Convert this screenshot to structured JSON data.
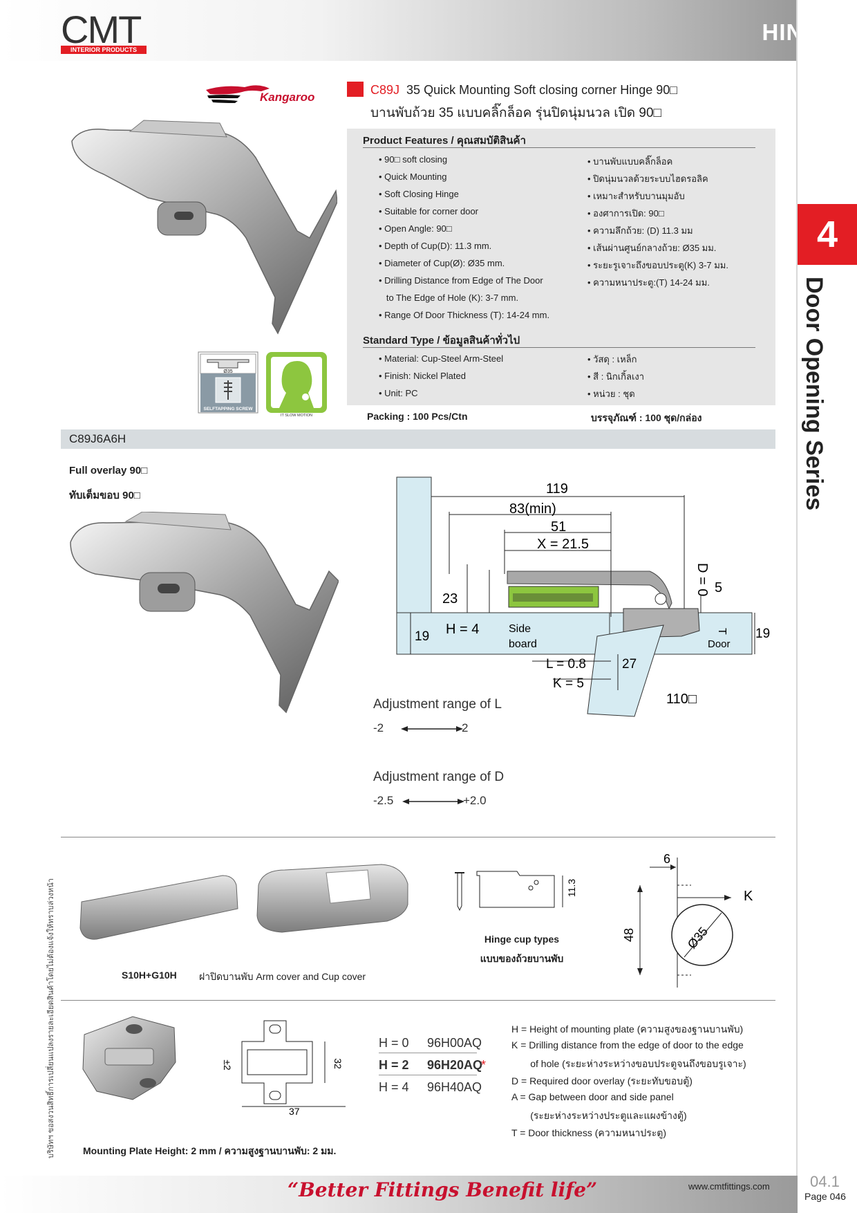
{
  "header": {
    "logo": "CMT",
    "logo_sub": "INTERIOR PRODUCTS",
    "title": "HINGE"
  },
  "side": {
    "chapter": "4",
    "series": "Door Opening Series",
    "legal": "บริษัทฯ ขอสงวนสิทธิ์การเปลี่ยนแปลงรายละเอียดสินค้าโดยไม่ต้องแจ้งให้ทราบล่วงหน้า"
  },
  "brand": "Kangaroo",
  "product": {
    "code": "C89J",
    "title_en": "35 Quick Mounting Soft closing corner Hinge 90□",
    "title_th": "บานพับถ้วย 35 แบบคลิ๊กล็อค รุ่นปิดนุ่มนวล เปิด 90□"
  },
  "features": {
    "title": "Product Features / คุณสมบัติสินค้า",
    "en": [
      "• 90□ soft closing",
      "• Quick Mounting",
      "• Soft Closing Hinge",
      "• Suitable for corner door",
      "• Open Angle:   90□",
      "• Depth of Cup(D):  11.3 mm.",
      "• Diameter of Cup(Ø): Ø35 mm.",
      "• Drilling Distance from Edge of The Door",
      "   to The Edge of Hole (K): 3-7 mm.",
      "• Range Of Door Thickness (T):  14-24 mm."
    ],
    "th": [
      "• บานพับแบบคลิ๊กล็อค",
      "• ปิดนุ่มนวลด้วยระบบไฮดรอลิค",
      "• เหมาะสำหรับบานมุมอับ",
      "• องศาการเปิด:  90□",
      "• ความลึกถ้วย: (D) 11.3 มม",
      "• เส้นผ่านศูนย์กลางถ้วย: Ø35 มม.",
      "• ระยะรูเจาะถึงขอบประตู(K)  3-7 มม.",
      "• ความหนาประตู:(T)   14-24 มม."
    ]
  },
  "standard": {
    "title": "Standard Type / ข้อมูลสินค้าทั่วไป",
    "en": [
      "• Material: Cup-Steel Arm-Steel",
      "• Finish:  Nickel Plated",
      "• Unit:  PC"
    ],
    "th": [
      "• วัสดุ : เหล็ก",
      "• สี : นิกเกิ้ลเงา",
      "• หน่วย : ชุด"
    ]
  },
  "packing": {
    "en": "Packing : 100 Pcs/Ctn",
    "th": "บรรจุภัณฑ์ : 100 ชุด/กล่อง"
  },
  "icons": {
    "cup_label": "Ø35",
    "screw_label": "SELFTAPPING SCREW",
    "motion_label": "IT SLOW MOTION"
  },
  "model": {
    "code": "C89J6A6H",
    "overlay_en": "Full overlay 90□",
    "overlay_th": "ทับเต็มขอบ 90□"
  },
  "diagram": {
    "dim_119": "119",
    "dim_83": "83(min)",
    "dim_51": "51",
    "dim_x": "X = 21.5",
    "dim_23": "23",
    "dim_h": "H = 4",
    "dim_19a": "19",
    "dim_19b": "19",
    "side": "Side",
    "board": "board",
    "d0": "D = 0",
    "dim_5": "5",
    "t": "T",
    "door": "Door",
    "dim_l": "L = 0.8",
    "dim_27": "27",
    "dim_k": "K = 5",
    "angle": "110□"
  },
  "adjust": {
    "l_title": "Adjustment range of L",
    "l_min": "-2",
    "l_max": "2",
    "d_title": "Adjustment range of D",
    "d_min": "-2.5",
    "d_max": "+2.0"
  },
  "covers": {
    "code": "S10H+G10H",
    "desc": "ฝาปิดบานพับ Arm cover and Cup cover"
  },
  "cup": {
    "dim": "11.3",
    "caption_en": "Hinge cup types",
    "caption_th": "แบบของถ้วยบานพับ"
  },
  "drill": {
    "dim_6": "6",
    "dim_k": "K",
    "dim_48": "48",
    "dim_35": "Ø35"
  },
  "plate": {
    "dim_2": "±2",
    "dim_32": "32",
    "dim_37": "37",
    "caption": "Mounting Plate Height: 2 mm  / ความสูงฐานบานพับ: 2 มม.",
    "codes": [
      {
        "h": "H = 0",
        "code": "96H00AQ",
        "mark": ""
      },
      {
        "h": "H = 2",
        "code": "96H20AQ",
        "mark": "*"
      },
      {
        "h": "H = 4",
        "code": "96H40AQ",
        "mark": ""
      }
    ]
  },
  "legend": [
    "H = Height of mounting plate (ความสูงของฐานบานพับ)",
    "K = Drilling distance from the edge of door to the edge",
    "       of hole (ระยะห่างระหว่างขอบประตูจนถึงขอบรูเจาะ)",
    "D = Required door overlay (ระยะทับขอบตู้)",
    "A = Gap between door and side panel",
    "       (ระยะห่างระหว่างประตูและแผงข้างตู้)",
    "T = Door thickness (ความหนาประตู)"
  ],
  "footer": {
    "slogan": "“Better Fittings Benefit life”",
    "website": "www.cmtfittings.com",
    "page": "04.1",
    "page_label": "Page 046"
  },
  "colors": {
    "brand_red": "#e31e24",
    "panel_grey": "#e6e6e6",
    "model_bar": "#d7dcdf",
    "board_blue": "#d6ebf2",
    "hinge_green": "#8dc63f"
  }
}
